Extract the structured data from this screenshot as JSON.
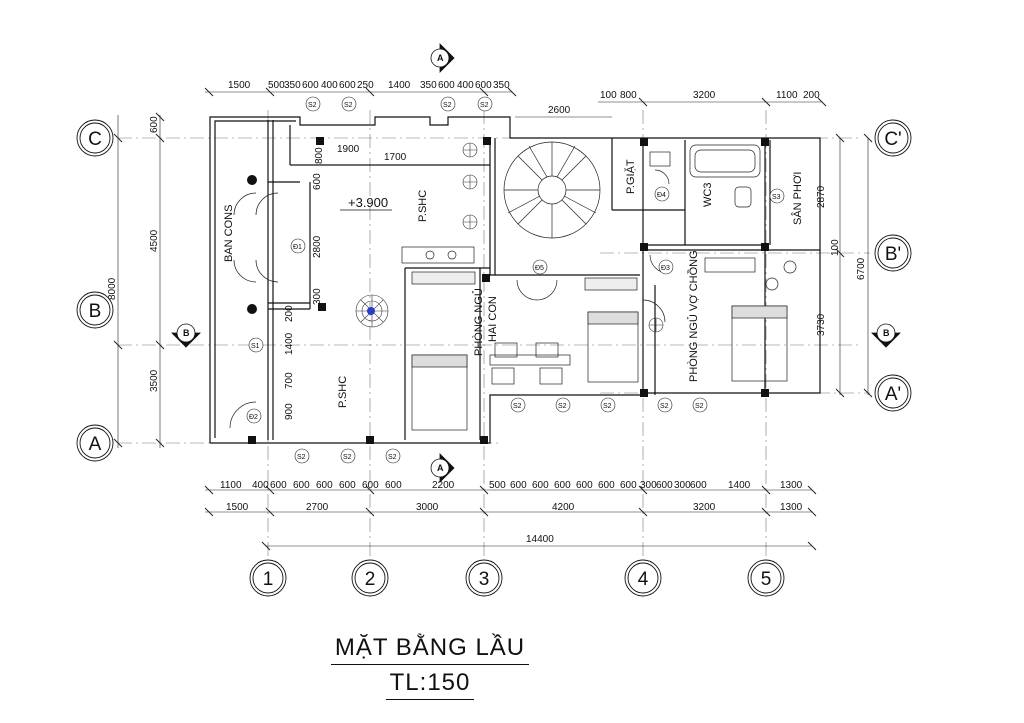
{
  "title": {
    "main": "MẶT BẰNG LẦU",
    "scale": "TL:150"
  },
  "grid": {
    "columns": [
      "1",
      "2",
      "3",
      "4",
      "5"
    ],
    "rows_left": [
      "C",
      "B",
      "A"
    ],
    "rows_right": [
      "C'",
      "B'",
      "A'"
    ]
  },
  "section_marks": [
    "A",
    "A",
    "B",
    "B"
  ],
  "rooms": {
    "ban_cons": "BAN CONS",
    "p_shc_top": "P.SHC",
    "p_shc_bottom": "P.SHC",
    "phong_ngu_hai_con_1": "PHÒNG NGỦ",
    "phong_ngu_hai_con_2": "HAI CON",
    "p_giat": "P.GIẶT",
    "wc3": "WC3",
    "san_phoi": "SÂN PHƠI",
    "phong_ngu_vo_chong": "PHÒNG NGỦ VỢ CHỒNG"
  },
  "level": "+3.900",
  "dims": {
    "top_left": [
      "1500",
      "500",
      "350",
      "600",
      "400",
      "600",
      "250",
      "1400",
      "350",
      "600",
      "400",
      "600",
      "350"
    ],
    "top_right": [
      "100",
      "800",
      "3200",
      "1100",
      "200"
    ],
    "top_mid": "2600",
    "inner_top": [
      "1900",
      "1700"
    ],
    "inner_vert": [
      "800",
      "600",
      "2800",
      "300",
      "200",
      "1400",
      "700",
      "900"
    ],
    "left": [
      "600",
      "4500",
      "3500"
    ],
    "left_total": "8000",
    "right": [
      "2870",
      "100",
      "3730"
    ],
    "right_total": "6700",
    "bottom1": [
      "1100",
      "400",
      "600",
      "600",
      "600",
      "600",
      "600",
      "600",
      "2200",
      "500",
      "600",
      "600",
      "600",
      "600",
      "600",
      "600",
      "300",
      "600",
      "300",
      "600",
      "1400",
      "1300"
    ],
    "bottom2": [
      "1500",
      "2700",
      "3000",
      "4200",
      "3200",
      "1300"
    ],
    "total": "14400"
  },
  "tags": {
    "windows_top": [
      "S2",
      "S2",
      "S2",
      "S2"
    ],
    "windows_bottom": [
      "S2",
      "S2",
      "S2",
      "S2",
      "S2",
      "S2",
      "S2",
      "S2"
    ],
    "windows_left": [
      "S1"
    ],
    "windows_wc": [
      "S3"
    ],
    "doors": [
      "Đ1",
      "Đ2",
      "Đ3",
      "Đ4",
      "Đ5"
    ]
  }
}
